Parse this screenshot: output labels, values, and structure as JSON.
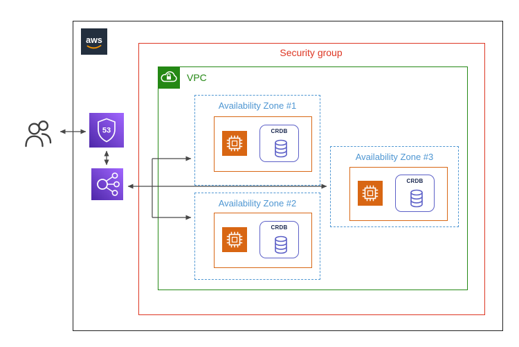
{
  "logo": {
    "text": "aws"
  },
  "boundaries": {
    "security_group": {
      "label": "Security group",
      "color": "#dd3522"
    },
    "vpc": {
      "label": "VPC",
      "color": "#248814"
    }
  },
  "availability_zones": [
    {
      "label": "Availability Zone #1",
      "database_label": "CRDB"
    },
    {
      "label": "Availability Zone #2",
      "database_label": "CRDB"
    },
    {
      "label": "Availability Zone #3",
      "database_label": "CRDB"
    }
  ],
  "icons": {
    "users": "users-icon",
    "route53": {
      "name": "route53-shield-icon",
      "badge": "53"
    },
    "load_balancer": "elastic-load-balancing-icon",
    "vpc": "vpc-cloud-lock-icon",
    "compute": "ec2-chip-icon",
    "database": "database-cylinder-icon"
  },
  "colors": {
    "az_border": "#4e96d2",
    "compute_orange": "#d86613",
    "database_purple": "#5b5fc7",
    "networking_gradient": [
      "#4d27a8",
      "#a166ff"
    ],
    "arrow": "#474747"
  }
}
